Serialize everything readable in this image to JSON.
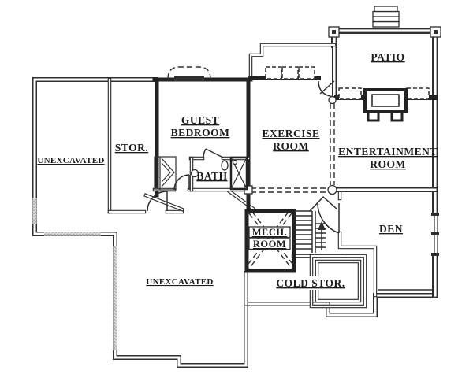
{
  "document_type": "basement floor plan drawing",
  "rooms": {
    "unexcavated_left": {
      "label": "UNEXCAVATED"
    },
    "stor": {
      "label": "STOR."
    },
    "guest_bedroom": {
      "line1": "GUEST",
      "line2": "BEDROOM"
    },
    "bath": {
      "label": "BATH"
    },
    "exercise": {
      "line1": "EXERCISE",
      "line2": "ROOM"
    },
    "patio": {
      "label": "PATIO"
    },
    "entertainment": {
      "line1": "ENTERTAINMENT",
      "line2": "ROOM"
    },
    "den": {
      "label": "DEN"
    },
    "mech": {
      "line1": "MECH.",
      "line2": "ROOM"
    },
    "cold_stor": {
      "label": "COLD STOR."
    },
    "unexcavated_lower": {
      "label": "UNEXCAVATED"
    }
  },
  "elements": {
    "stairs": "stairway with center rail and up arrow",
    "fireplace": "fireplace on entertainment room north wall",
    "patio_steps": "exterior steps at top of patio",
    "patio_posts": "two square patio corner posts",
    "window_well": "dashed window well at guest bedroom",
    "windows_exercise": 3,
    "windows_entertainment": 2,
    "windows_den_east": 1,
    "posts_round": "two round columns on dashed beam line",
    "shower": "corner shower with X",
    "closet": "bifold closet outside bath",
    "hatched_walls": "stippled foundation wall segments (west and southwest)"
  },
  "colors": {
    "background": "#ffffff",
    "wall": "#2f2f2f",
    "text": "#1c1c1c",
    "hatch_light": "#d9d9d9",
    "hatch_dot": "#8a8a8a"
  }
}
